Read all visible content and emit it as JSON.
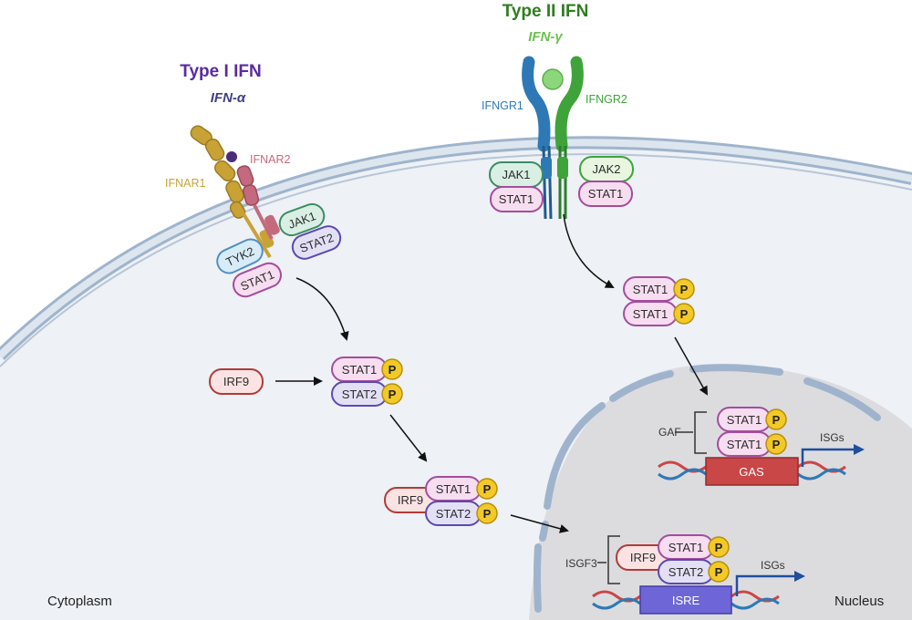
{
  "titles": {
    "type1": "Type I IFN",
    "type1_ligand": "IFN-α",
    "type2": "Type II IFN",
    "type2_ligand": "IFN-γ"
  },
  "receptors": {
    "ifnar1": "IFNAR1",
    "ifnar2": "IFNAR2",
    "ifngr1": "IFNGR1",
    "ifngr2": "IFNGR2"
  },
  "proteins": {
    "tyk2": "TYK2",
    "jak1": "JAK1",
    "jak2": "JAK2",
    "stat1": "STAT1",
    "stat2": "STAT2",
    "irf9": "IRF9",
    "phospho": "P"
  },
  "complexes": {
    "gaf": "GAF",
    "isgf3": "ISGF3"
  },
  "promoters": {
    "gas": "GAS",
    "isre": "ISRE",
    "isgs": "ISGs"
  },
  "regions": {
    "cytoplasm": "Cytoplasm",
    "nucleus": "Nucleus"
  },
  "colors": {
    "type1_title": "#5a2ba0",
    "type2_title": "#2f7d1f",
    "gas_box": "#c94747",
    "isre_box": "#6e66d6",
    "phospho": "#f3c928",
    "arrow_blue": "#1f4f9e"
  }
}
